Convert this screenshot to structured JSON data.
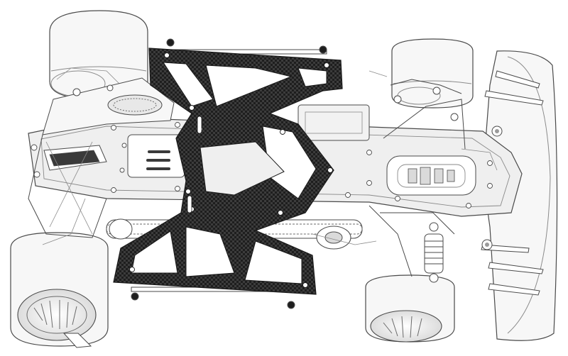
{
  "figure": {
    "subject": "rc-car-chassis-exploded-drawing",
    "colors": {
      "background": "#ffffff",
      "line": "#4a4a4a",
      "line_light": "#8a8a8a",
      "carbon_dark": "#1e1e1e",
      "carbon_light": "#3c3c3c",
      "aluminium": "#efefef",
      "tire": "#f7f7f7"
    },
    "parts": [
      {
        "id": "top-plate",
        "label": ""
      },
      {
        "id": "main-chassis",
        "label": ""
      },
      {
        "id": "front-wing",
        "label": ""
      },
      {
        "id": "rear-left-tire",
        "label": ""
      },
      {
        "id": "rear-right-tire",
        "label": ""
      },
      {
        "id": "front-left-tire",
        "label": ""
      },
      {
        "id": "front-right-tire",
        "label": ""
      },
      {
        "id": "drive-belt",
        "label": ""
      },
      {
        "id": "shock-absorber",
        "label": ""
      },
      {
        "id": "servo",
        "label": ""
      }
    ]
  }
}
